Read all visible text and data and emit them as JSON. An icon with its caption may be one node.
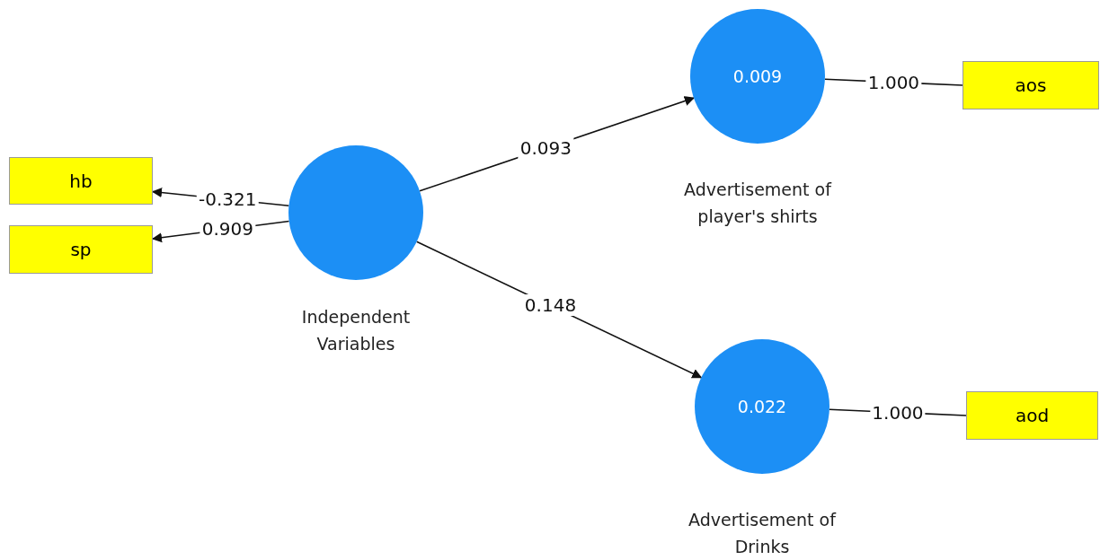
{
  "diagram": {
    "nodes": [
      {
        "text": [],
        "shape": "circle",
        "beside": [
          "Independent Variables"
        ]
      },
      {
        "text": [
          "0.009"
        ],
        "beside": [
          "Advertisement of player's shirts"
        ]
      },
      {
        "text": [
          "0.022"
        ],
        "beside": [
          "Advertisement of Drinks"
        ]
      },
      {
        "text": [
          "hb"
        ]
      },
      {
        "text": [
          "sp"
        ]
      },
      {
        "text": [
          "aos"
        ]
      },
      {
        "text": [
          "aod"
        ]
      }
    ],
    "edges": [
      {
        "from": 0,
        "to": 3,
        "arrow": "to",
        "label": "-0.321"
      },
      {
        "from": 0,
        "to": 4,
        "arrow": "to",
        "label": "0.909"
      },
      {
        "from": 0,
        "to": 1,
        "arrow": "to",
        "label": "0.093"
      },
      {
        "from": 0,
        "to": 2,
        "arrow": "to",
        "label": "0.148"
      },
      {
        "from": 1,
        "to": 5,
        "arrow": "none",
        "label": "1.000"
      },
      {
        "from": 2,
        "to": 6,
        "arrow": "none",
        "label": "1.000"
      }
    ]
  }
}
